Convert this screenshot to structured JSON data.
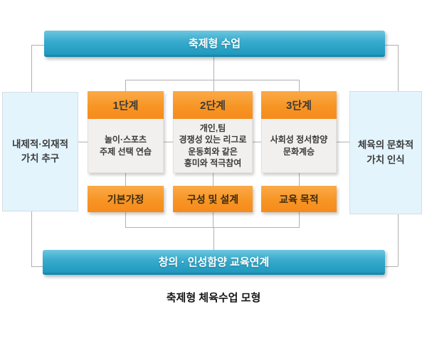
{
  "diagram": {
    "top_bar": {
      "label": "축제형 수업"
    },
    "bottom_bar": {
      "label": "창의 · 인성함양 교육연계"
    },
    "left_box": {
      "label": "내제적·외재적\n가치 추구"
    },
    "right_box": {
      "label": "체육의 문화적\n가치 인식"
    },
    "columns": [
      {
        "header": "1단계",
        "body": "놀이·스포츠\n주제 선택 연습",
        "footer": "기본가정"
      },
      {
        "header": "2단계",
        "body": "개인,팀\n경쟁성 있는 리그로\n운동회와 같은\n흥미와 적극참여",
        "footer": "구성 및 설계"
      },
      {
        "header": "3단계",
        "body": "사회성 정서함양\n문화계승",
        "footer": "교육 목적"
      }
    ],
    "caption": "축제형 체육수업 모형",
    "colors": {
      "bar_blue": "#2aa5c9",
      "bar_blue_border": "#1a88ac",
      "box_orange": "#f7941e",
      "panel_light_blue": "#e3f4fd",
      "panel_light_gray": "#f1f0ee",
      "connector_gray": "#b0b0b0",
      "text_dark": "#3a3a3a"
    }
  }
}
